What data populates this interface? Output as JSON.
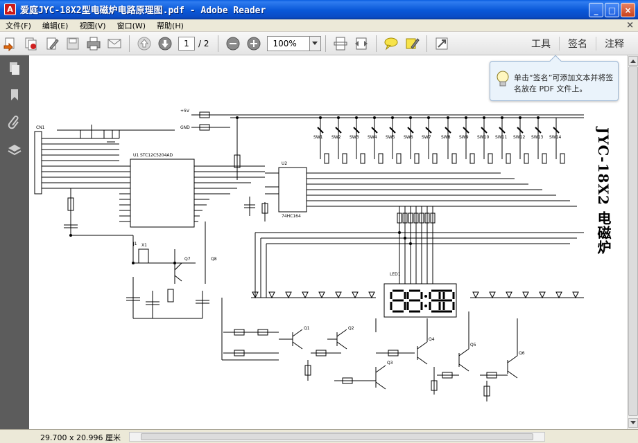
{
  "window": {
    "title": "爱庭JYC-18X2型电磁炉电路原理图.pdf - Adobe Reader",
    "app_icon": "adobe-reader-icon",
    "buttons": {
      "minimize": "_",
      "maximize": "□",
      "close": "×"
    }
  },
  "menu": {
    "items": [
      "文件(F)",
      "编辑(E)",
      "视图(V)",
      "窗口(W)",
      "帮助(H)"
    ],
    "close_glyph": "×"
  },
  "toolbar": {
    "page_current": "1",
    "page_total": "/ 2",
    "zoom": "100%",
    "tools_label": "工具",
    "sign_label": "签名",
    "comment_label": "注释"
  },
  "tooltip": {
    "text": "单击“签名”可添加文本并将签名放在 PDF 文件上。"
  },
  "document": {
    "vertical_title": "JYC-18X2 电磁炉",
    "page_size": "29.700 x 20.996 厘米",
    "labels": {
      "u1": "U1",
      "u1_part": "STC12C5204AD",
      "u2": "U2",
      "u2_part": "74HC164",
      "cn1": "CN1",
      "led1": "LED1",
      "j1": "J1",
      "x1": "X1",
      "vcc": "+5V",
      "gnd": "GND",
      "sw": [
        "SW1",
        "SW2",
        "SW3",
        "SW4",
        "SW5",
        "SW6",
        "SW7",
        "SW8",
        "SW9",
        "SW10",
        "SW11",
        "SW12",
        "SW13",
        "SW14"
      ],
      "q": [
        "Q1",
        "Q2",
        "Q3",
        "Q4",
        "Q5",
        "Q6",
        "Q7",
        "Q8"
      ],
      "digits": "88:88"
    }
  },
  "colors": {
    "titlebar": "#0a58d8",
    "nav_panel": "#5c5c5c",
    "menubar": "#ece9d8"
  }
}
